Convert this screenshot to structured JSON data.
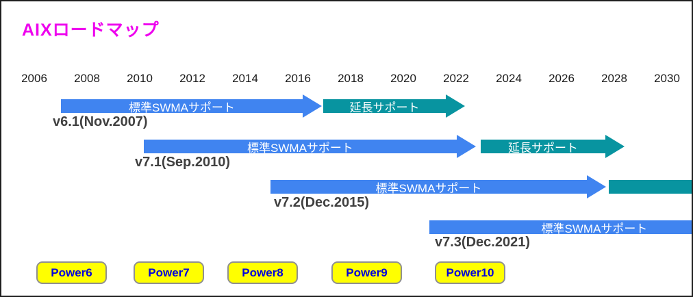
{
  "title": "AIXロードマップ",
  "colors": {
    "title_text": "#EE00EE",
    "standard_support_bar": "#4084F0",
    "extended_support_bar": "#0894A0",
    "power_button_bg": "#FFFF00",
    "power_button_text": "#0000DD",
    "version_label_text": "#404040"
  },
  "timeline": {
    "years": [
      "2006",
      "2008",
      "2010",
      "2012",
      "2014",
      "2016",
      "2018",
      "2020",
      "2022",
      "2024",
      "2026",
      "2028",
      "2030"
    ]
  },
  "rows": [
    {
      "version": "v6.1(Nov.2007)",
      "standard_label": "標準SWMAサポート",
      "extended_label": "延長サポート"
    },
    {
      "version": "v7.1(Sep.2010)",
      "standard_label": "標準SWMAサポート",
      "extended_label": "延長サポート"
    },
    {
      "version": "v7.2(Dec.2015)",
      "standard_label": "標準SWMAサポート",
      "extended_label": ""
    },
    {
      "version": "v7.3(Dec.2021)",
      "standard_label": "標準SWMAサポート"
    }
  ],
  "power_buttons": [
    "Power6",
    "Power7",
    "Power8",
    "Power9",
    "Power10"
  ]
}
